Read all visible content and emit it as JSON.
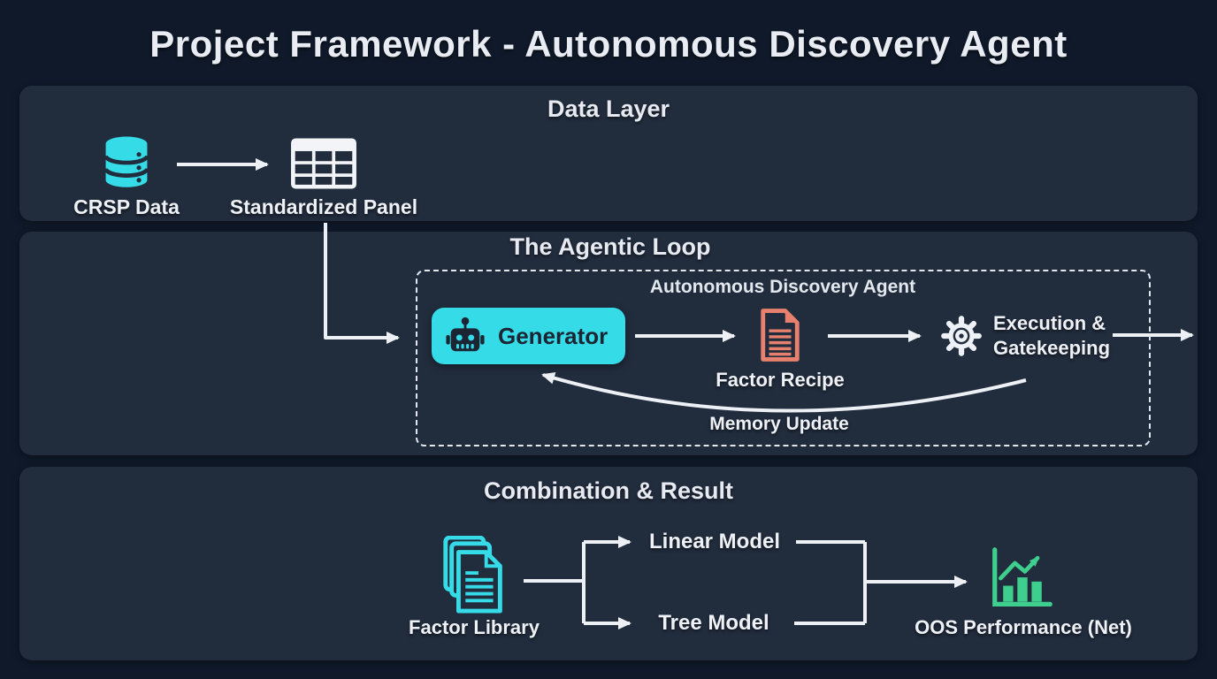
{
  "title": "Project Framework - Autonomous Discovery Agent",
  "colors": {
    "background": "#0f1929",
    "panel": "#212c3d",
    "accent_cyan": "#35dce8",
    "accent_salmon": "#e8806e",
    "accent_green": "#3ecf8f",
    "text_light": "#eef1f6",
    "text_dark": "#1b2534",
    "arrow": "#edf0f5"
  },
  "sections": {
    "data_layer": {
      "title": "Data Layer",
      "nodes": {
        "crsp": {
          "label": "CRSP Data",
          "icon": "database-icon"
        },
        "panel": {
          "label": "Standardized Panel",
          "icon": "table-icon"
        }
      }
    },
    "agentic_loop": {
      "title": "The Agentic Loop",
      "agent_box_label": "Autonomous Discovery Agent",
      "nodes": {
        "generator": {
          "label": "Generator",
          "icon": "robot-icon"
        },
        "factor_recipe": {
          "label": "Factor Recipe",
          "icon": "document-icon"
        },
        "execution": {
          "label": "Execution & Gatekeeping",
          "line1": "Execution &",
          "line2": "Gatekeeping",
          "icon": "gear-icon"
        }
      },
      "feedback_label": "Memory Update"
    },
    "combination_result": {
      "title": "Combination & Result",
      "nodes": {
        "factor_library": {
          "label": "Factor Library",
          "icon": "stacked-documents-icon"
        },
        "linear_model": {
          "label": "Linear Model"
        },
        "tree_model": {
          "label": "Tree Model"
        },
        "oos": {
          "label": "OOS Performance (Net)",
          "icon": "chart-growth-icon"
        }
      }
    }
  }
}
